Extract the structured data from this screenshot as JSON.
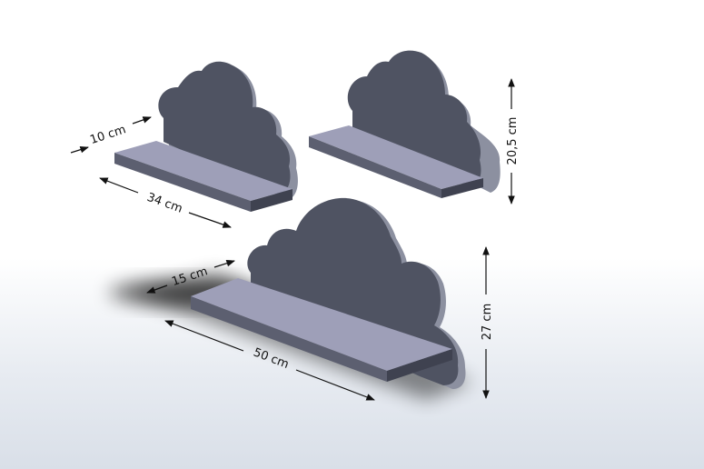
{
  "colors": {
    "cloud_face": "#4f5362",
    "cloud_edge": "#8c90a0",
    "shelf_top": "#9e9fb8",
    "shelf_front": "#5c5f70",
    "shelf_side": "#3f4250",
    "dimension": "#111111"
  },
  "dimensions": {
    "small_left_depth": "10 cm",
    "small_left_width": "34 cm",
    "small_right_height": "20,5 cm",
    "large_depth": "15 cm",
    "large_width": "50 cm",
    "large_height": "27 cm"
  }
}
